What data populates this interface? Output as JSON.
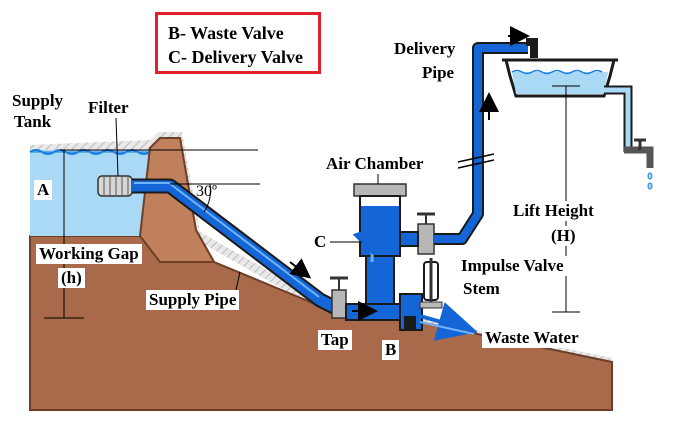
{
  "legend": {
    "line_b": "B- Waste Valve",
    "line_c": "C- Delivery Valve",
    "border_color": "#e0202a"
  },
  "labels": {
    "supply_tank_1": "Supply",
    "supply_tank_2": "Tank",
    "filter": "Filter",
    "point_a": "A",
    "angle": "30º",
    "working_gap_1": "Working Gap",
    "working_gap_2": "(h)",
    "supply_pipe": "Supply Pipe",
    "tap": "Tap",
    "point_b": "B",
    "point_c": "C",
    "air_chamber": "Air Chamber",
    "delivery_pipe_1": "Delivery",
    "delivery_pipe_2": "Pipe",
    "lift_height_1": "Lift Height",
    "lift_height_2": "(H)",
    "impulse_valve_1": "Impulse Valve",
    "impulse_valve_2": "Stem",
    "waste_water": "Waste Water"
  },
  "colors": {
    "ground": "#a86a4a",
    "ground_dark": "#6e3f28",
    "water": "#1a7fe0",
    "water_light": "#a9d9f5",
    "pipe": "#1466d6",
    "metal": "#b7b7b7"
  }
}
